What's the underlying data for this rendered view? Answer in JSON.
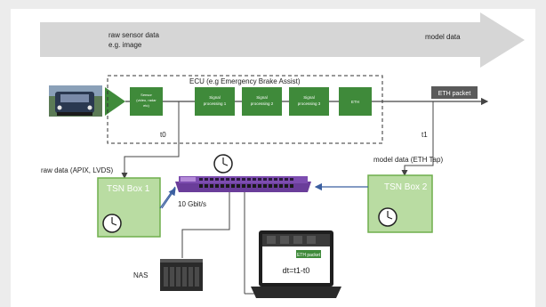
{
  "banner": {
    "left_line1": "raw sensor data",
    "left_line2": "e.g. image",
    "right": "model data"
  },
  "ecu": {
    "title": "ECU (e.g Emergency Brake Assist)",
    "blocks": [
      {
        "line1": "Sensor",
        "line2": "(video, radar",
        "line3": "etc)"
      },
      {
        "line1": "Signal",
        "line2": "processing 1"
      },
      {
        "line1": "Signal",
        "line2": "processing 2"
      },
      {
        "line1": "Signal",
        "line2": "processing 3"
      },
      {
        "line1": "ETH"
      }
    ],
    "t0": "t0",
    "t1": "t1"
  },
  "eth_packet": "ETH packet",
  "raw_data_label": "raw data (APIX, LVDS)",
  "model_data_label": "model data (ETH Tap)",
  "tsn_box1": "TSN Box 1",
  "tsn_box2": "TSN Box 2",
  "link_speed": "10 Gbit/s",
  "nas": "NAS",
  "laptop": {
    "eth_packet": "ETH packet",
    "formula": "dt=t1-t0"
  },
  "colors": {
    "green_block": "#3f8a3a",
    "tsn_box_fill": "#b9dca2",
    "tsn_box_border": "#6fae4c",
    "switch": "#6a3d9a",
    "arrow_band": "#cfcfcf"
  }
}
